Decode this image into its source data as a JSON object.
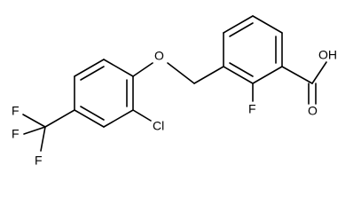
{
  "molecule": {
    "atoms": {
      "O_ether": "O",
      "O_carbonyl": "O",
      "OH": "OH",
      "F_ring": "F",
      "Cl": "Cl",
      "F_top": "F",
      "F_left": "F",
      "F_bottom": "F"
    }
  }
}
